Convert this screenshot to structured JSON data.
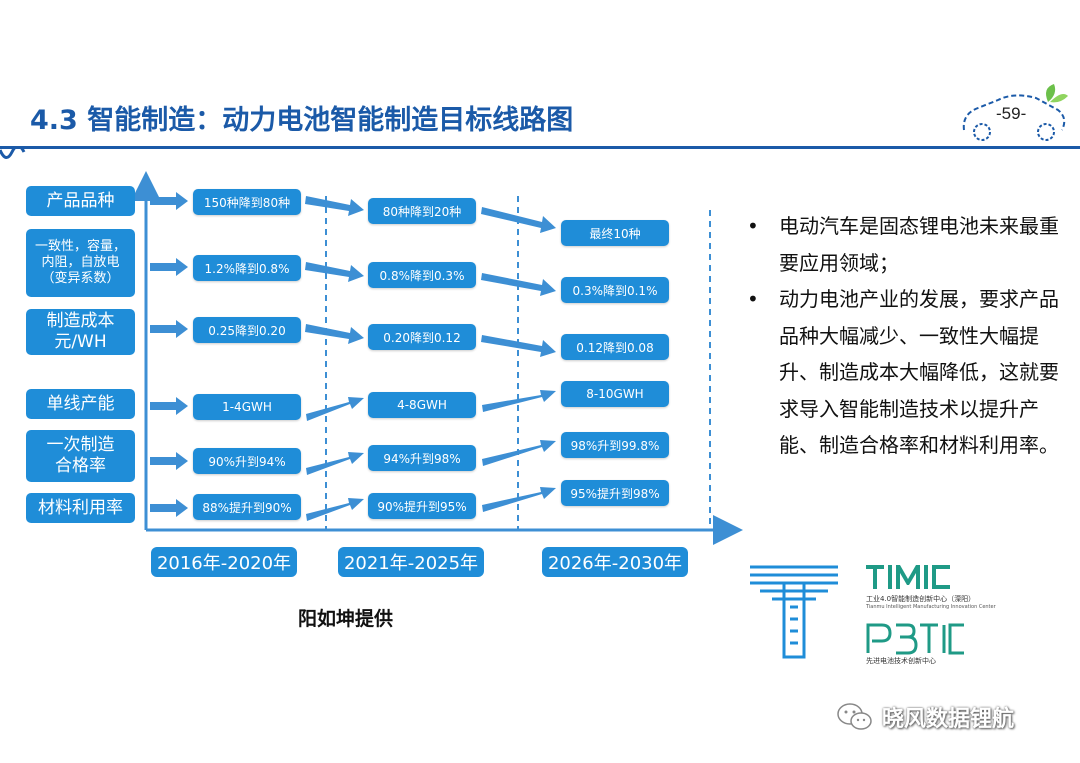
{
  "header": {
    "title": "4.3 智能制造：动力电池智能制造目标线路图",
    "page_number": "-59-"
  },
  "categories": [
    {
      "label": "产品品种"
    },
    {
      "label": "一致性，容量，内阻，自放电（变异系数）"
    },
    {
      "label": "制造成本元/WH"
    },
    {
      "label": "单线产能"
    },
    {
      "label": "一次制造合格率"
    },
    {
      "label": "材料利用率"
    }
  ],
  "rows": [
    {
      "p1": "150种降到80种",
      "p2": "80种降到20种",
      "p3": "最终10种"
    },
    {
      "p1": "1.2%降到0.8%",
      "p2": "0.8%降到0.3%",
      "p3": "0.3%降到0.1%"
    },
    {
      "p1": "0.25降到0.20",
      "p2": "0.20降到0.12",
      "p3": "0.12降到0.08"
    },
    {
      "p1": "1-4GWH",
      "p2": "4-8GWH",
      "p3": "8-10GWH"
    },
    {
      "p1": "90%升到94%",
      "p2": "94%升到98%",
      "p3": "98%升到99.8%"
    },
    {
      "p1": "88%提升到90%",
      "p2": "90%提升到95%",
      "p3": "95%提升到98%"
    }
  ],
  "periods": [
    "2016年-2020年",
    "2021年-2025年",
    "2026年-2030年"
  ],
  "credit": "阳如坤提供",
  "bullets": [
    "电动汽车是固态锂电池未来最重要应用领域；",
    "动力电池产业的发展，要求产品品种大幅减少、一致性大幅提升、制造成本大幅降低，这就要求导入智能制造技术以提升产能、制造合格率和材料利用率。"
  ],
  "logos": {
    "timic_cn": "工业4.0智能制造创新中心（溧阳）",
    "timic_en": "Tianmu Intelligent Manufacturing Innovation Center",
    "pbtic_cn": "先进电池技术创新中心"
  },
  "footer": {
    "wechat_account": "晓风数据锂航"
  },
  "colors": {
    "accent": "#1f8dd8",
    "title": "#1b5aa8",
    "arrow": "#3d8fd4"
  }
}
